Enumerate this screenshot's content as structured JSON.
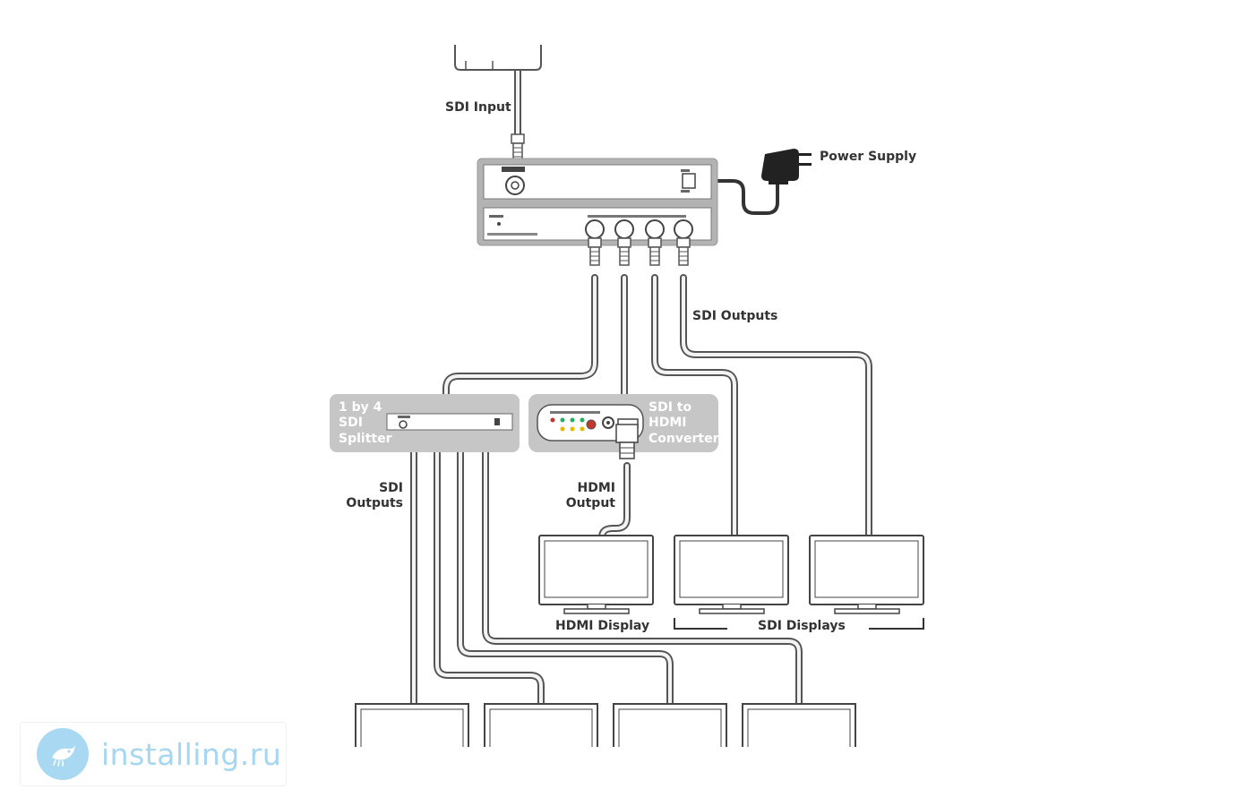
{
  "labels": {
    "sdi_input": "SDI Input",
    "power_supply": "Power Supply",
    "sdi_outputs_main": "SDI Outputs",
    "splitter_line1": "1 by 4",
    "splitter_line2": "SDI",
    "splitter_line3": "Splitter",
    "converter_line1": "SDI to",
    "converter_line2": "HDMI",
    "converter_line3": "Converter",
    "splitter_outputs_line1": "SDI",
    "splitter_outputs_line2": "Outputs",
    "hdmi_output_line1": "HDMI",
    "hdmi_output_line2": "Output",
    "hdmi_display": "HDMI Display",
    "sdi_displays": "SDI Displays"
  },
  "watermark": {
    "text": "installing.ru",
    "logo_icon": "bird-logo-icon",
    "color": "#a6d6f0"
  },
  "colors": {
    "device_gray": "#b3b3b3",
    "panel_gray": "#c6c6c6",
    "outline": "#555555",
    "cable_fill": "#f3f3f3"
  }
}
